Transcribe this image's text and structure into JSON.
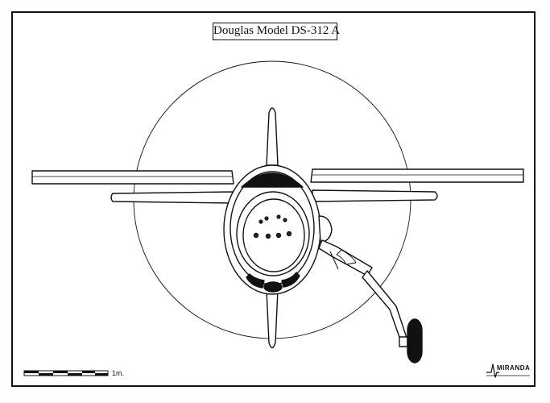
{
  "title": "Douglas Model DS-312 A",
  "scale": {
    "label": "1m."
  },
  "logo": {
    "text": "MIRANDA"
  }
}
